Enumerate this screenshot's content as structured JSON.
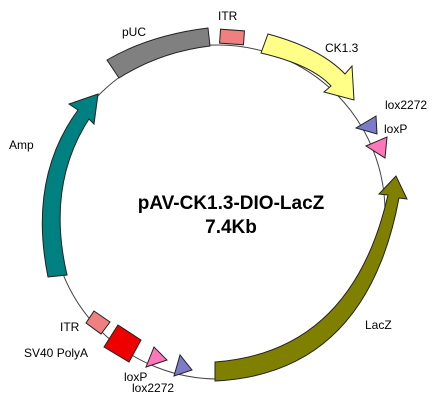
{
  "plasmid": {
    "name": "pAV-CK1.3-DIO-LacZ",
    "size": "7.4Kb"
  },
  "features": {
    "itr_top": {
      "label": "ITR",
      "color": "#f08080",
      "type": "box"
    },
    "cmv": {
      "label": "CK1.3",
      "color": "#ffff88",
      "type": "arrow-cw"
    },
    "lox2272_r": {
      "label": "lox2272",
      "color": "#7b7bc8",
      "type": "triangle"
    },
    "loxp_r": {
      "label": "loxP",
      "color": "#ff77bb",
      "type": "triangle"
    },
    "lacz": {
      "label": "LacZ",
      "color": "#808000",
      "type": "arrow-ccw"
    },
    "lox2272_l": {
      "label": "lox2272",
      "color": "#7b7bc8",
      "type": "triangle"
    },
    "loxp_l": {
      "label": "loxP",
      "color": "#ff77bb",
      "type": "triangle"
    },
    "sv40": {
      "label": "SV40 PolyA",
      "color": "#ee0000",
      "type": "box"
    },
    "itr_bottom": {
      "label": "ITR",
      "color": "#f08080",
      "type": "box"
    },
    "amp": {
      "label": "Amp",
      "color": "#008080",
      "type": "arrow-cw"
    },
    "puc": {
      "label": "pUC",
      "color": "#808080",
      "type": "box"
    }
  }
}
